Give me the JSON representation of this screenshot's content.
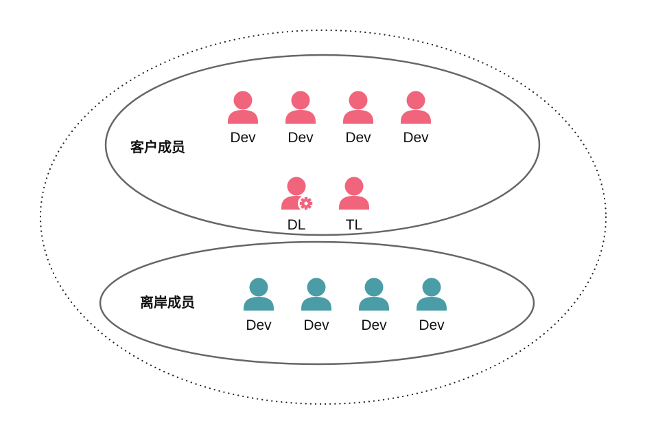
{
  "colors": {
    "client": "#f0647c",
    "offshore": "#4a9da6",
    "outline": "#666666",
    "dotted": "#222222"
  },
  "groups": {
    "client": {
      "label": "客户成员",
      "members": [
        {
          "label": "Dev",
          "icon": "person-icon"
        },
        {
          "label": "Dev",
          "icon": "person-icon"
        },
        {
          "label": "Dev",
          "icon": "person-icon"
        },
        {
          "label": "Dev",
          "icon": "person-icon"
        },
        {
          "label": "DL",
          "icon": "person-gear-icon"
        },
        {
          "label": "TL",
          "icon": "person-icon"
        }
      ]
    },
    "offshore": {
      "label": "离岸成员",
      "members": [
        {
          "label": "Dev",
          "icon": "person-icon"
        },
        {
          "label": "Dev",
          "icon": "person-icon"
        },
        {
          "label": "Dev",
          "icon": "person-icon"
        },
        {
          "label": "Dev",
          "icon": "person-icon"
        }
      ]
    }
  }
}
